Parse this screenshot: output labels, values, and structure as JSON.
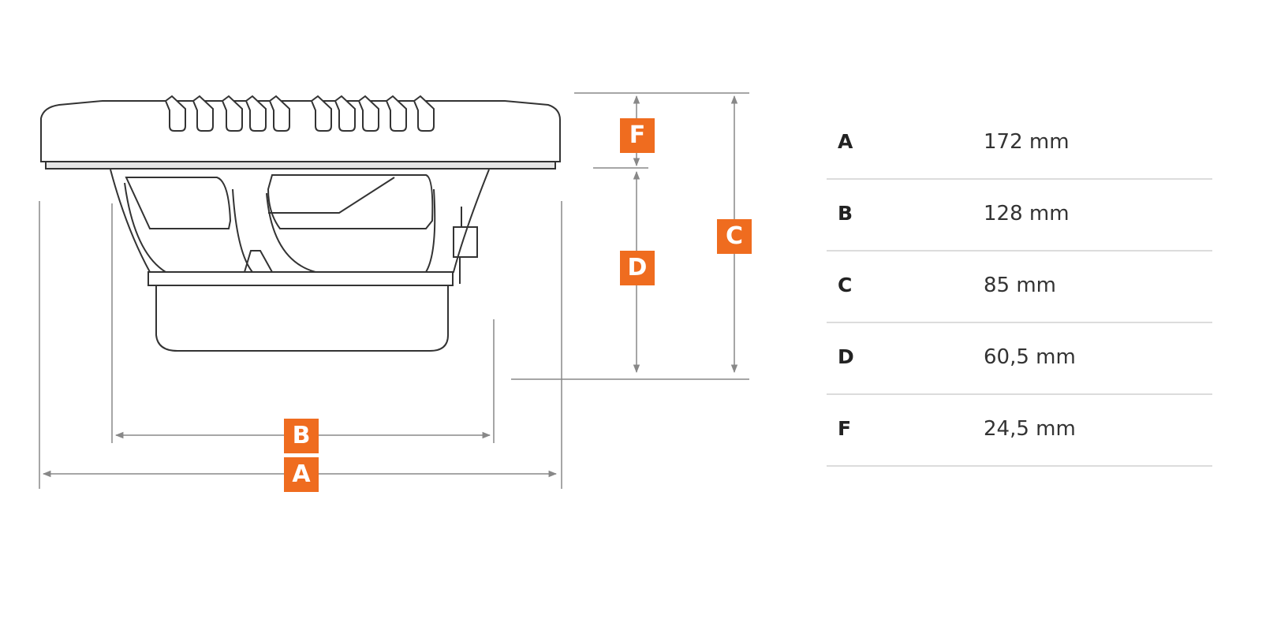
{
  "colors": {
    "accent": "#ef6c1f",
    "line": "#888888",
    "outline": "#333333"
  },
  "dimension_labels": {
    "a": "A",
    "b": "B",
    "c": "C",
    "d": "D",
    "f": "F"
  },
  "specs": [
    {
      "label": "A",
      "value": "172 mm"
    },
    {
      "label": "B",
      "value": "128 mm"
    },
    {
      "label": "C",
      "value": "85 mm"
    },
    {
      "label": "D",
      "value": "60,5 mm"
    },
    {
      "label": "F",
      "value": "24,5 mm"
    }
  ]
}
